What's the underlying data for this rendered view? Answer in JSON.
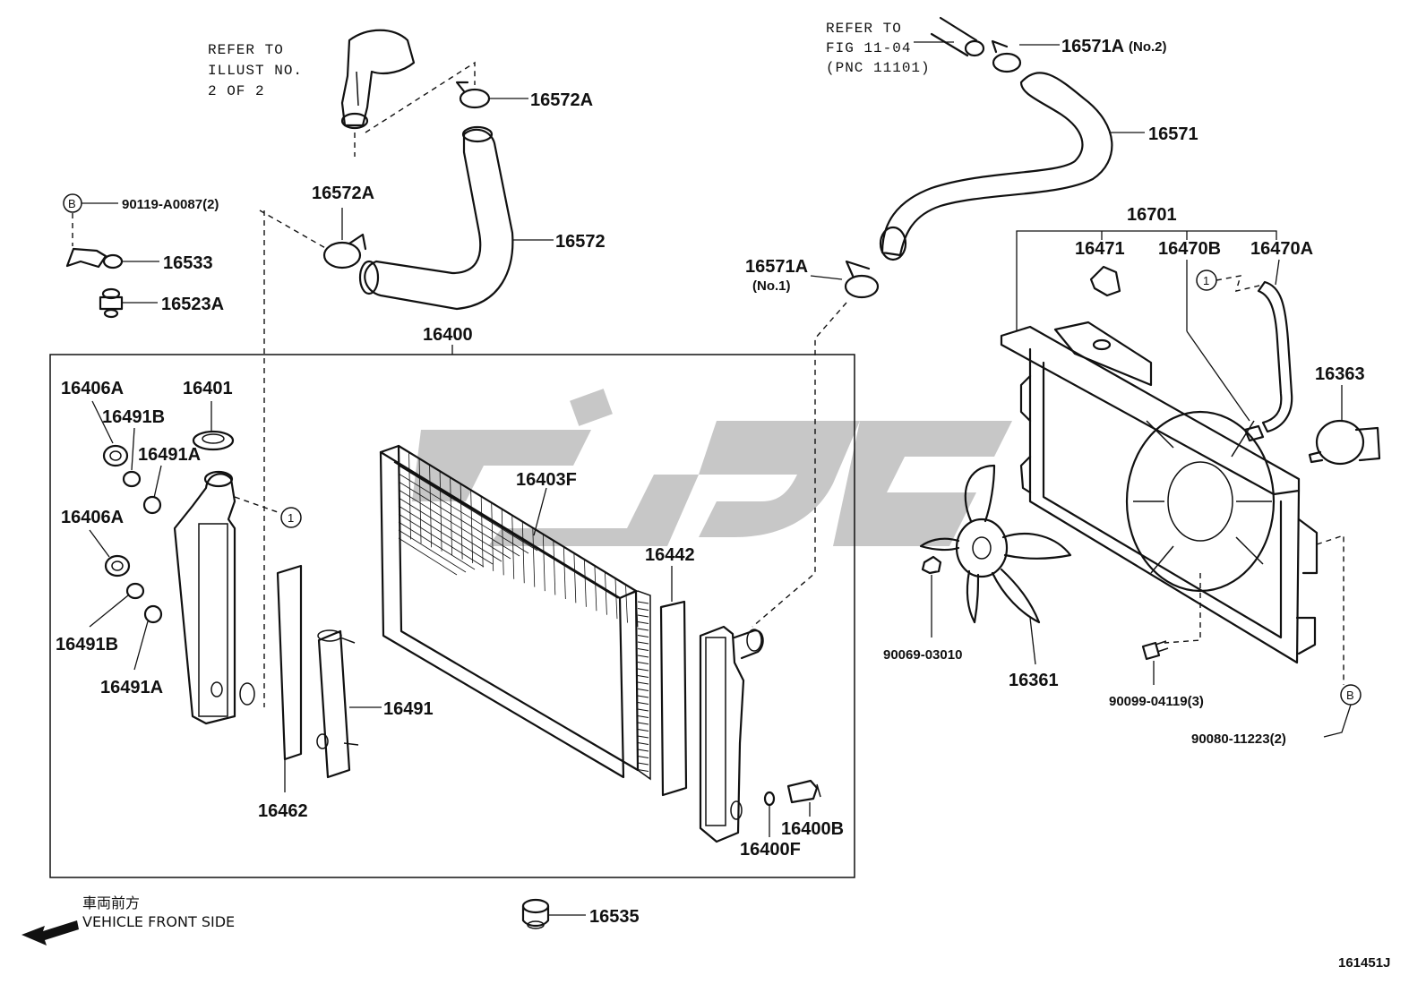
{
  "notes": {
    "refer_left": [
      "REFER TO",
      "ILLUST NO.",
      "2 OF 2"
    ],
    "refer_right": [
      "REFER TO",
      "FIG 11-04",
      "(PNC 11101)"
    ]
  },
  "labels": {
    "p16572A_top": "16572A",
    "p16572A_mid": "16572A",
    "p16572": "16572",
    "p16571A_top": "16571A",
    "p16571A_top_sub": "(No.2)",
    "p16571": "16571",
    "p16571A_mid": "16571A",
    "p16571A_mid_sub": "(No.1)",
    "p90119": "90119-A0087(2)",
    "p16533": "16533",
    "p16523A": "16523A",
    "p16400": "16400",
    "p16406A_1": "16406A",
    "p16401": "16401",
    "p16491B_1": "16491B",
    "p16491A_1": "16491A",
    "p16406A_2": "16406A",
    "p16491B_2": "16491B",
    "p16491A_2": "16491A",
    "p16403F": "16403F",
    "p16442": "16442",
    "p16491": "16491",
    "p16462": "16462",
    "p16400B": "16400B",
    "p16400F": "16400F",
    "p16535": "16535",
    "p16701": "16701",
    "p16471": "16471",
    "p16470B": "16470B",
    "p16470A": "16470A",
    "p16363": "16363",
    "p90069": "90069-03010",
    "p16361": "16361",
    "p90099": "90099-04119(3)",
    "p90080": "90080-11223(2)",
    "circle_1": "1",
    "circle_b": "B"
  },
  "footer": {
    "front_jp": "車両前方",
    "front_en": "VEHICLE FRONT SIDE",
    "illus_no": "161451J"
  }
}
